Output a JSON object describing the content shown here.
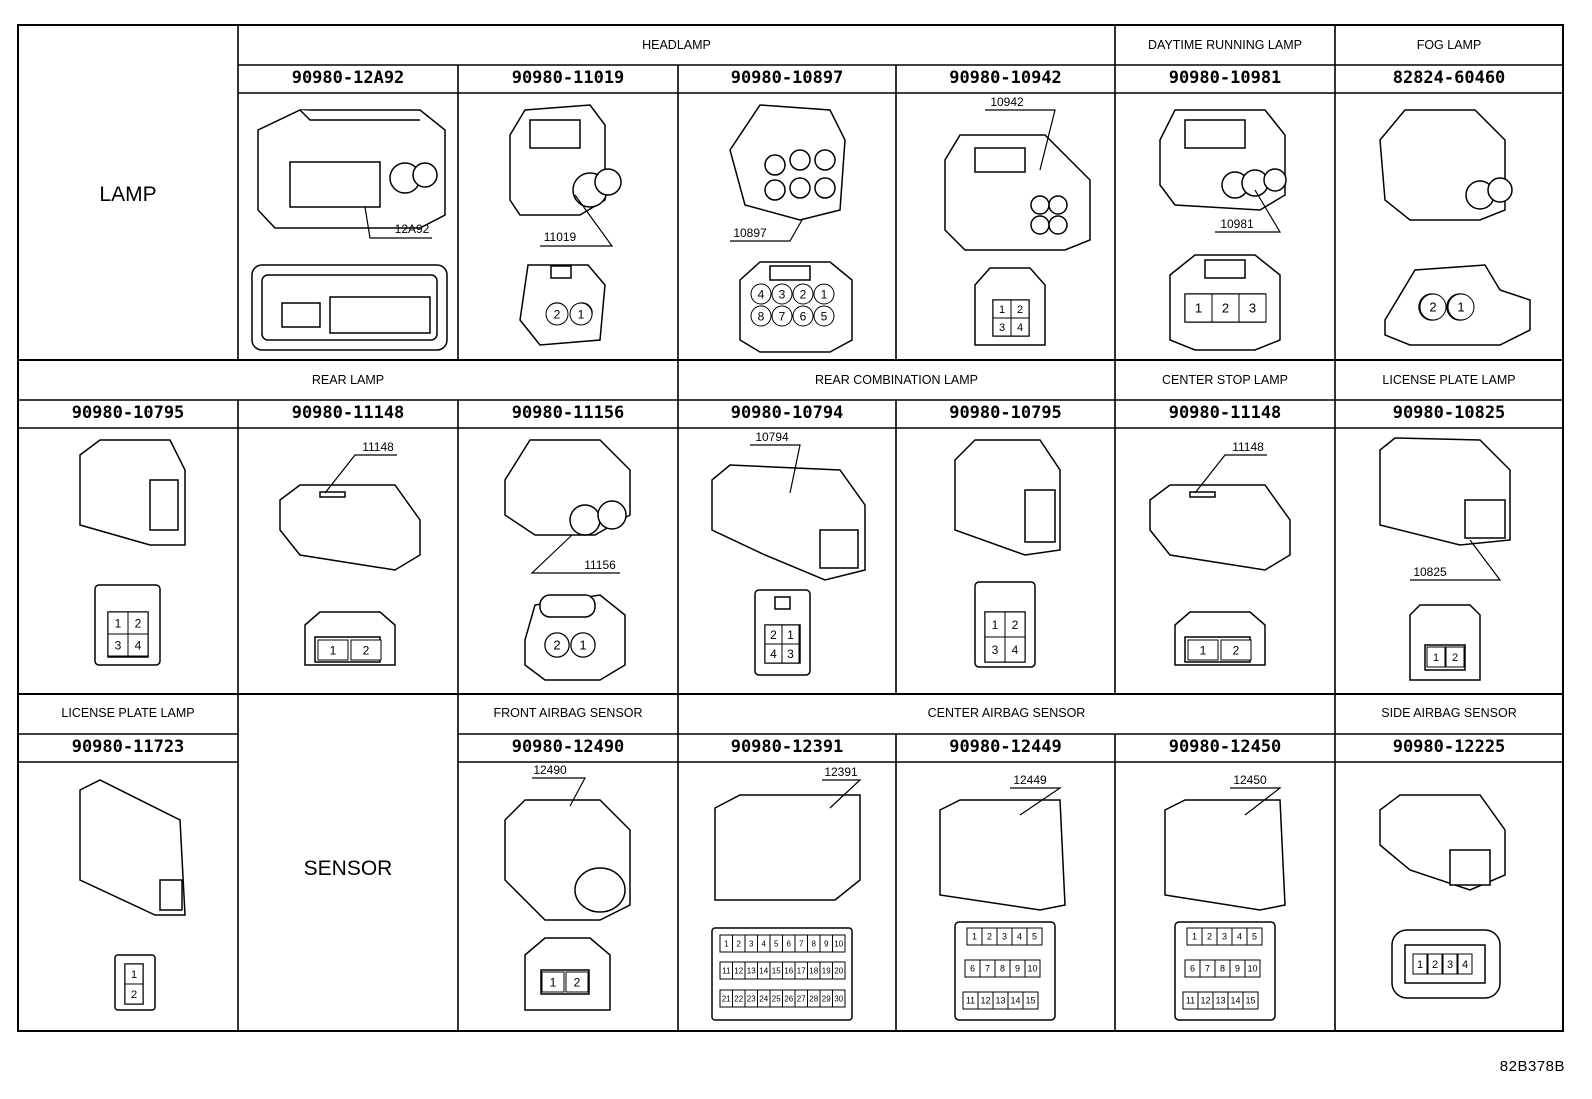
{
  "sheet_ref": "82B378B",
  "row_titles": {
    "lamp": "LAMP",
    "sensor": "SENSOR"
  },
  "categories": {
    "headlamp": "HEADLAMP",
    "daytime_running_lamp": "DAYTIME RUNNING LAMP",
    "fog_lamp": "FOG LAMP",
    "rear_lamp": "REAR LAMP",
    "rear_combination_lamp": "REAR COMBINATION LAMP",
    "center_stop_lamp": "CENTER STOP LAMP",
    "license_plate_lamp_1": "LICENSE PLATE LAMP",
    "license_plate_lamp_2": "LICENSE PLATE LAMP",
    "front_airbag_sensor": "FRONT AIRBAG SENSOR",
    "center_airbag_sensor": "CENTER AIRBAG SENSOR",
    "side_airbag_sensor": "SIDE AIRBAG SENSOR"
  },
  "part_numbers": {
    "r1c1": "90980-12A92",
    "r1c2": "90980-11019",
    "r1c3": "90980-10897",
    "r1c4": "90980-10942",
    "r1c5": "90980-10981",
    "r1c6": "82824-60460",
    "r2c0": "90980-10795",
    "r2c1": "90980-11148",
    "r2c2": "90980-11156",
    "r2c3": "90980-10794",
    "r2c4": "90980-10795",
    "r2c5": "90980-11148",
    "r2c6": "90980-10825",
    "r3c0": "90980-11723",
    "r3c2": "90980-12490",
    "r3c3": "90980-12391",
    "r3c4": "90980-12449",
    "r3c5": "90980-12450",
    "r3c6": "90980-12225"
  },
  "callouts": {
    "r1c1": "12A92",
    "r1c2": "11019",
    "r1c3": "10897",
    "r1c4": "10942",
    "r1c5": "10981",
    "r2c1": "11148",
    "r2c2": "11156",
    "r2c3": "10794",
    "r2c5": "11148",
    "r2c6": "10825",
    "r3c2": "12490",
    "r3c3": "12391",
    "r3c4": "12449",
    "r3c5": "12450"
  },
  "pin_labels": {
    "r1c2": [
      "2",
      "1"
    ],
    "r1c3_top": [
      "4",
      "3",
      "2",
      "1"
    ],
    "r1c3_bottom": [
      "8",
      "7",
      "6",
      "5"
    ],
    "r1c4": [
      "1",
      "2",
      "3",
      "4"
    ],
    "r1c5": [
      "1",
      "2",
      "3"
    ],
    "r1c6": [
      "2",
      "1"
    ],
    "r2c0": [
      "1",
      "2",
      "3",
      "4"
    ],
    "r2c1": [
      "1",
      "2"
    ],
    "r2c2": [
      "2",
      "1"
    ],
    "r2c3": [
      "2",
      "1",
      "4",
      "3"
    ],
    "r2c4": [
      "1",
      "2",
      "3",
      "4"
    ],
    "r2c5": [
      "1",
      "2"
    ],
    "r2c6": [
      "1",
      "2"
    ],
    "r3c0": [
      "1",
      "2"
    ],
    "r3c2": [
      "1",
      "2"
    ],
    "r3c3_row1": [
      "1",
      "2",
      "3",
      "4",
      "5",
      "6",
      "7",
      "8",
      "9",
      "10"
    ],
    "r3c3_row2": [
      "11",
      "12",
      "13",
      "14",
      "15",
      "16",
      "17",
      "18",
      "19",
      "20"
    ],
    "r3c3_row3": [
      "21",
      "22",
      "23",
      "24",
      "25",
      "26",
      "27",
      "28",
      "29",
      "30"
    ],
    "r3c4_row1": [
      "1",
      "2",
      "3",
      "4",
      "5"
    ],
    "r3c4_row2": [
      "6",
      "7",
      "8",
      "9",
      "10"
    ],
    "r3c4_row3": [
      "11",
      "12",
      "13",
      "14",
      "15"
    ],
    "r3c5_row1": [
      "1",
      "2",
      "3",
      "4",
      "5"
    ],
    "r3c5_row2": [
      "6",
      "7",
      "8",
      "9",
      "10"
    ],
    "r3c5_row3": [
      "11",
      "12",
      "13",
      "14",
      "15"
    ],
    "r3c6": [
      "1",
      "2",
      "3",
      "4"
    ]
  }
}
